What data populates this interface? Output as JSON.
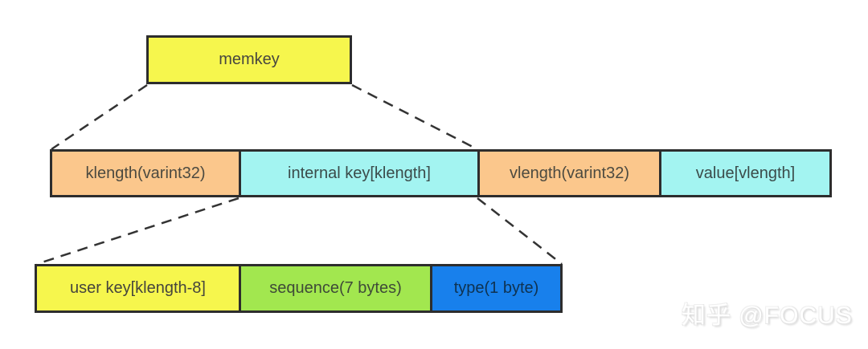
{
  "diagram": {
    "title_box": {
      "label": "memkey",
      "color": "#f6f64d",
      "text_color": "#47463f"
    },
    "middle_row": [
      {
        "label": "klength(varint32)",
        "color": "#fbc78c",
        "text_color": "#4c4a40"
      },
      {
        "label": "internal key[klength]",
        "color": "#a3f4f1",
        "text_color": "#3b4b4a"
      },
      {
        "label": "vlength(varint32)",
        "color": "#fbc78c",
        "text_color": "#4c4a40"
      },
      {
        "label": "value[vlength]",
        "color": "#a3f4f1",
        "text_color": "#3b4b4a"
      }
    ],
    "bottom_row": [
      {
        "label": "user key[klength-8]",
        "color": "#f6f64d",
        "text_color": "#45443d"
      },
      {
        "label": "sequence(7 bytes)",
        "color": "#a2e74f",
        "text_color": "#3e4a38"
      },
      {
        "label": "type(1 byte)",
        "color": "#1880ec",
        "text_color": "#0f3250"
      }
    ],
    "border_color": "#2d2d2d",
    "connector_color": "#333333"
  },
  "watermark": {
    "text": "知乎 @FOCUS"
  }
}
